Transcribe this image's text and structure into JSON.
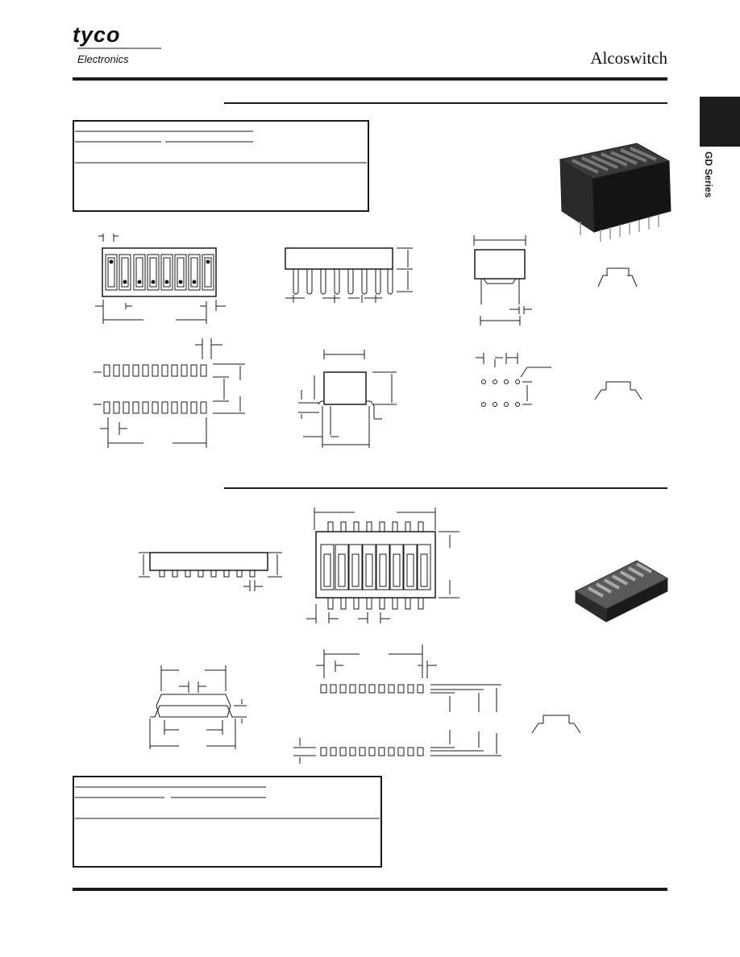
{
  "header": {
    "logo_main": "tyco",
    "logo_sub": "Electronics",
    "brand": "Alcoswitch"
  },
  "side_tab": {
    "label": "GD Series"
  },
  "colors": {
    "ink": "#1a1a1a",
    "tab_fill": "#1c1c1c",
    "paper": "#ffffff"
  }
}
